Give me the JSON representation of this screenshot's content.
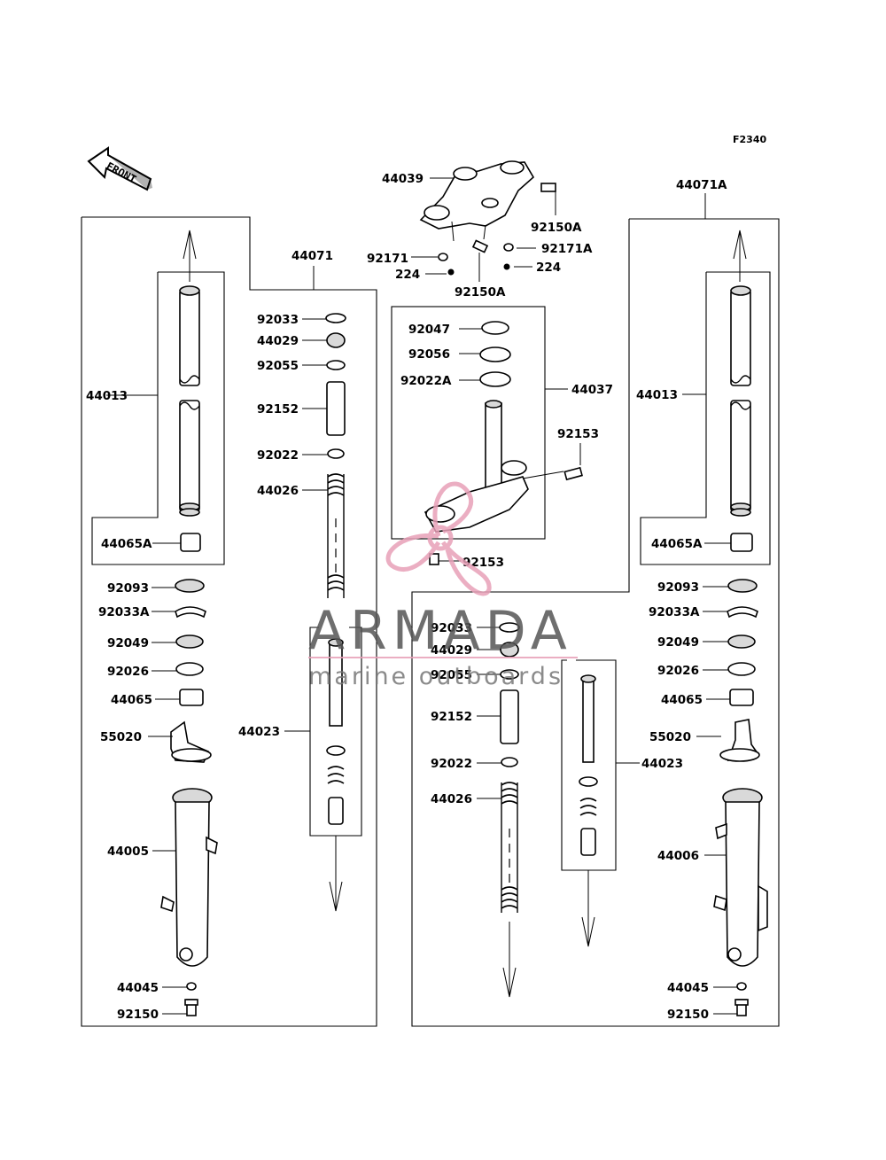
{
  "figure_code": "F2340",
  "front_label": "FRONT",
  "watermark": {
    "title": "ARMADA",
    "subtitle": "marine outboards",
    "accent": "#e8a0b8"
  },
  "labels": {
    "top": {
      "p44039": "44039",
      "p92150A_top": "92150A",
      "p92171A": "92171A",
      "p92171": "92171",
      "p224_right": "224",
      "p224_left": "224",
      "p92150A_bot": "92150A"
    },
    "left": {
      "p44071": "44071",
      "p44013": "44013",
      "p44065A": "44065A",
      "p92093": "92093",
      "p92033A": "92033A",
      "p92049": "92049",
      "p92026": "92026",
      "p44065": "44065",
      "p55020": "55020",
      "p44005": "44005",
      "p44045": "44045",
      "p92150": "92150"
    },
    "left_inner": {
      "p92033": "92033",
      "p44029": "44029",
      "p92055": "92055",
      "p92152": "92152",
      "p92022": "92022",
      "p44026": "44026",
      "p44023": "44023"
    },
    "center": {
      "p92047": "92047",
      "p92056": "92056",
      "p92022A": "92022A",
      "p44037": "44037",
      "p92153_a": "92153",
      "p92153_b": "92153"
    },
    "right_inner": {
      "p92033": "92033",
      "p44029": "44029",
      "p92055": "92055",
      "p92152": "92152",
      "p92022": "92022",
      "p44026": "44026",
      "p44023": "44023"
    },
    "right": {
      "p44071A": "44071A",
      "p44013": "44013",
      "p44065A": "44065A",
      "p92093": "92093",
      "p92033A": "92033A",
      "p92049": "92049",
      "p92026": "92026",
      "p44065": "44065",
      "p55020": "55020",
      "p44006": "44006",
      "p44045": "44045",
      "p92150": "92150"
    }
  }
}
